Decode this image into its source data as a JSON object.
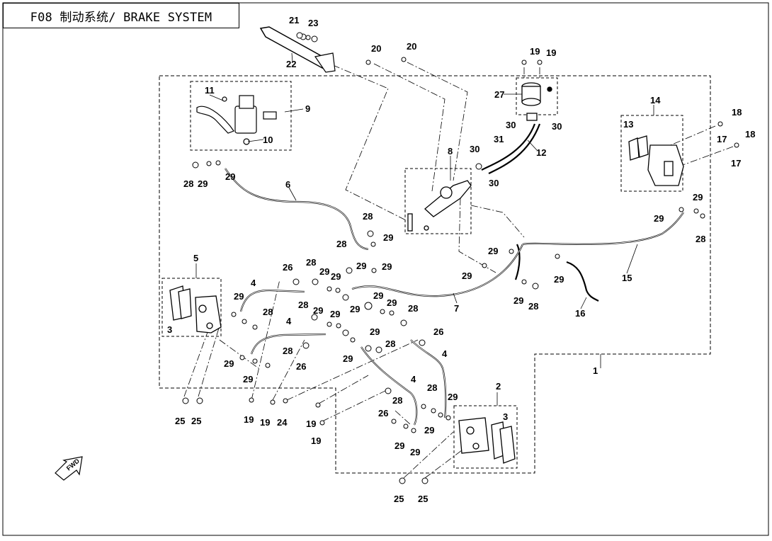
{
  "title": "F08 制动系统/ BRAKE SYSTEM",
  "direction_mark": "FWD",
  "callouts": {
    "c1": "1",
    "c2": "2",
    "c3a": "3",
    "c3b": "3",
    "c4a": "4",
    "c4b": "4",
    "c4c": "4",
    "c4d": "4",
    "c5": "5",
    "c6": "6",
    "c7": "7",
    "c8": "8",
    "c9": "9",
    "c10": "10",
    "c11": "11",
    "c12": "12",
    "c13": "13",
    "c14": "14",
    "c15": "15",
    "c16": "16",
    "c17a": "17",
    "c17b": "17",
    "c18a": "18",
    "c18b": "18",
    "c19a": "19",
    "c19b": "19",
    "c19c": "19",
    "c19d": "19",
    "c19e": "19",
    "c19f": "19",
    "c20a": "20",
    "c20b": "20",
    "c21": "21",
    "c22": "22",
    "c23": "23",
    "c24": "24",
    "c25a": "25",
    "c25b": "25",
    "c25c": "25",
    "c25d": "25",
    "c26a": "26",
    "c26b": "26",
    "c26c": "26",
    "c26d": "26",
    "c27": "27",
    "c28a": "28",
    "c28b": "28",
    "c28c": "28",
    "c28d": "28",
    "c28e": "28",
    "c28f": "28",
    "c28g": "28",
    "c28h": "28",
    "c28i": "28",
    "c28j": "28",
    "c28k": "28",
    "c28l": "28",
    "c29a": "29",
    "c29b": "29",
    "c29c": "29",
    "c29d": "29",
    "c29e": "29",
    "c29f": "29",
    "c29g": "29",
    "c29h": "29",
    "c29i": "29",
    "c29j": "29",
    "c29k": "29",
    "c29l": "29",
    "c29m": "29",
    "c29n": "29",
    "c29o": "29",
    "c29p": "29",
    "c29q": "29",
    "c29r": "29",
    "c29s": "29",
    "c29t": "29",
    "c29u": "29",
    "c29v": "29",
    "c29w": "29",
    "c29x": "29",
    "c30a": "30",
    "c30b": "30",
    "c30c": "30",
    "c30d": "30",
    "c31": "31"
  }
}
